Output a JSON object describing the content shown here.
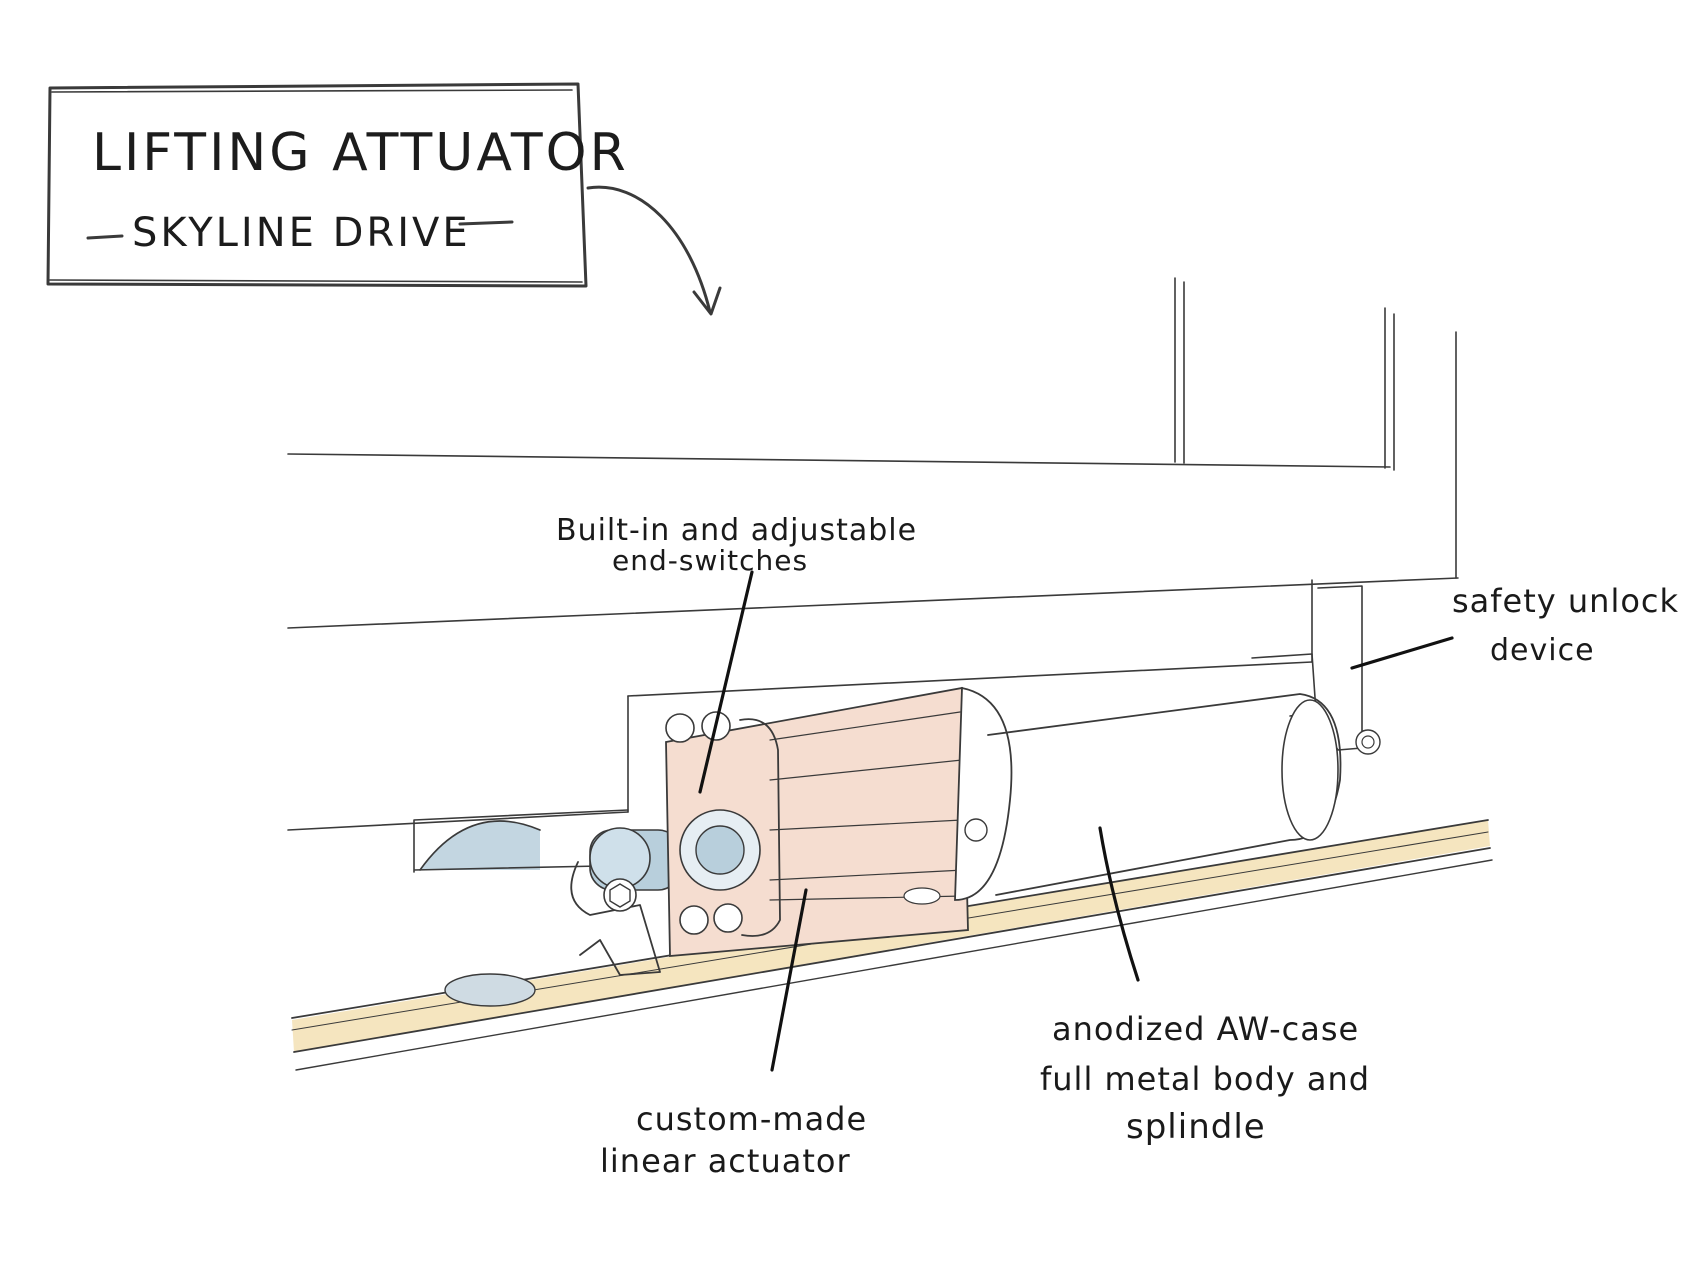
{
  "title": {
    "line1": "LIFTING ATTUATOR",
    "line2": "SKYLINE DRIVE"
  },
  "callouts": {
    "end_switches": [
      "Built-in and adjustable",
      "end-switches"
    ],
    "safety_unlock": [
      "safety unlock",
      "device"
    ],
    "linear_actuator": [
      "custom-made",
      "linear actuator"
    ],
    "case": [
      "anodized AW-case",
      "full metal body and",
      "splindle"
    ]
  },
  "colors": {
    "ink": "#1a1a1a",
    "actuator_head": "#f5ddd0",
    "shaft": "#b8cfdc",
    "rail": "#f1dcaa"
  },
  "icons": {
    "hex_bolt": "hex-bolt-icon",
    "arrow": "curved-arrow-icon"
  }
}
